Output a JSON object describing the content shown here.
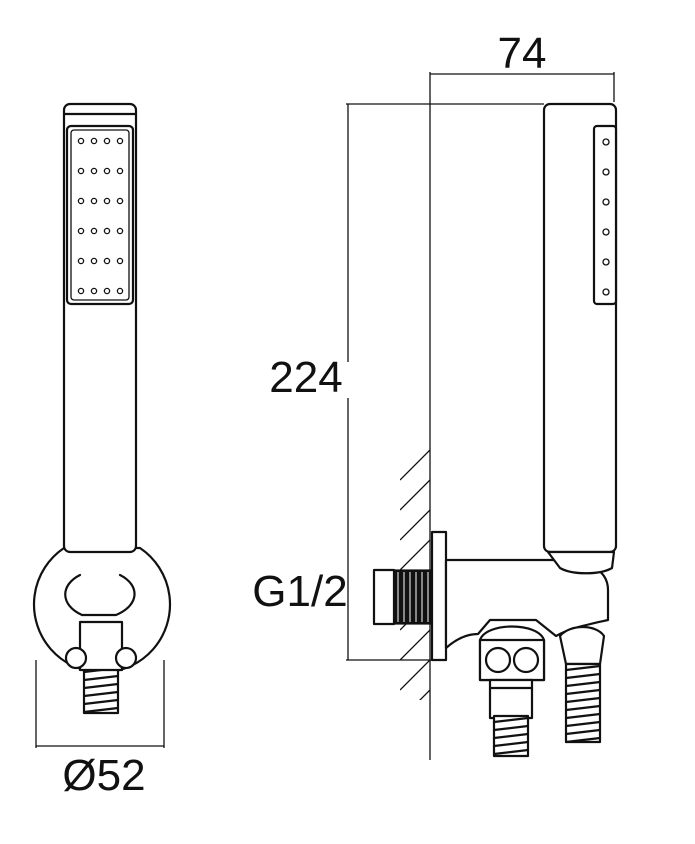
{
  "dimensions": {
    "width": "74",
    "height": "224",
    "diameter": "Ø52",
    "thread": "G1/2"
  }
}
